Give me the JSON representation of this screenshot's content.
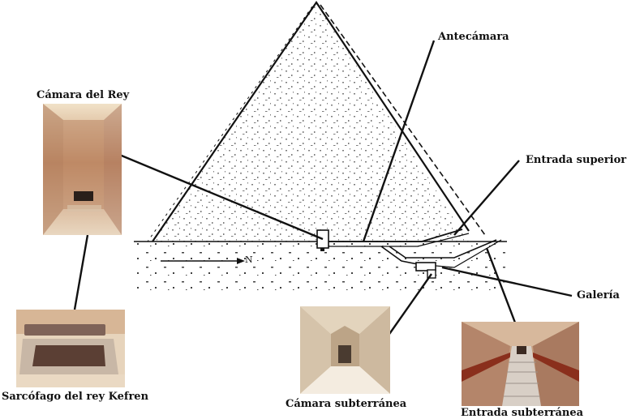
{
  "labels": {
    "antechamber": "Antecámara",
    "kings_chamber": "Cámara del Rey",
    "upper_entrance": "Entrada superior",
    "gallery": "Galería",
    "sarcophagus": "Sarcófago del rey Kefren",
    "subterranean_chamber": "Cámara subterránea",
    "subterranean_entrance": "Entrada subterránea",
    "north_marker": "N"
  },
  "colors": {
    "ink": "#111111",
    "stone_warm": "#c79a72",
    "stone_light": "#e9d9c4",
    "granite": "#8a6a5c"
  }
}
